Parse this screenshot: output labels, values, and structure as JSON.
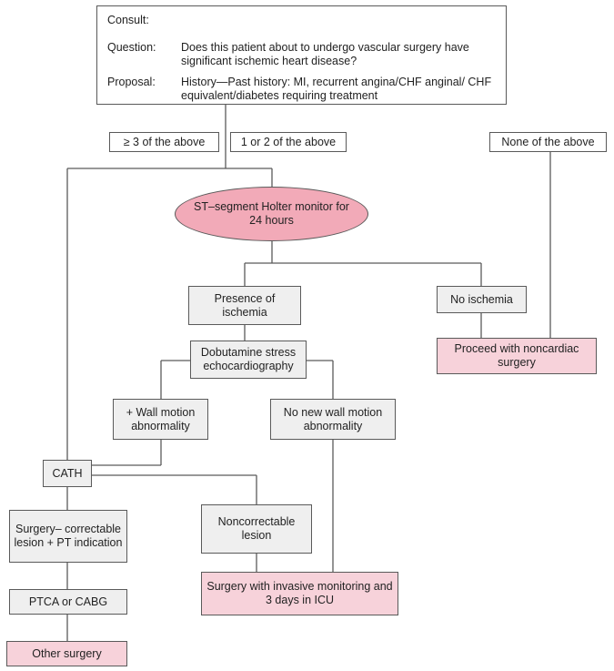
{
  "consult": {
    "consult_label": "Consult:",
    "question_label": "Question:",
    "question_text": "Does this patient about to undergo vascular surgery have significant ischemic heart disease?",
    "proposal_label": "Proposal:",
    "proposal_text": "History—Past history: MI, recurrent angina/CHF anginal/ CHF equivalent/diabetes requiring treatment"
  },
  "branches": {
    "three_or_more": "≥ 3 of the above",
    "one_or_two": "1 or 2 of the above",
    "none": "None of the above"
  },
  "nodes": {
    "holter": "ST–segment Holter monitor for 24 hours",
    "presence_ischemia": "Presence of ischemia",
    "no_ischemia": "No ischemia",
    "proceed_noncardiac": "Proceed with noncardiac surgery",
    "dobutamine": "Dobutamine stress echocardiography",
    "wall_motion": "+ Wall motion abnormality",
    "no_wall_motion": "No new wall motion abnormality",
    "cath": "CATH",
    "surgery_correctable": "Surgery– correctable lesion + PT indication",
    "noncorrectable": "Noncorrectable lesion",
    "ptca_cabg": "PTCA or CABG",
    "surgery_invasive": "Surgery with invasive monitoring and 3 days in ICU",
    "other_surgery": "Other surgery"
  },
  "colors": {
    "box_fill": "#efefef",
    "outcome_fill": "#f7d2da",
    "holter_fill": "#f2aab8",
    "line": "#5a5a5a"
  }
}
